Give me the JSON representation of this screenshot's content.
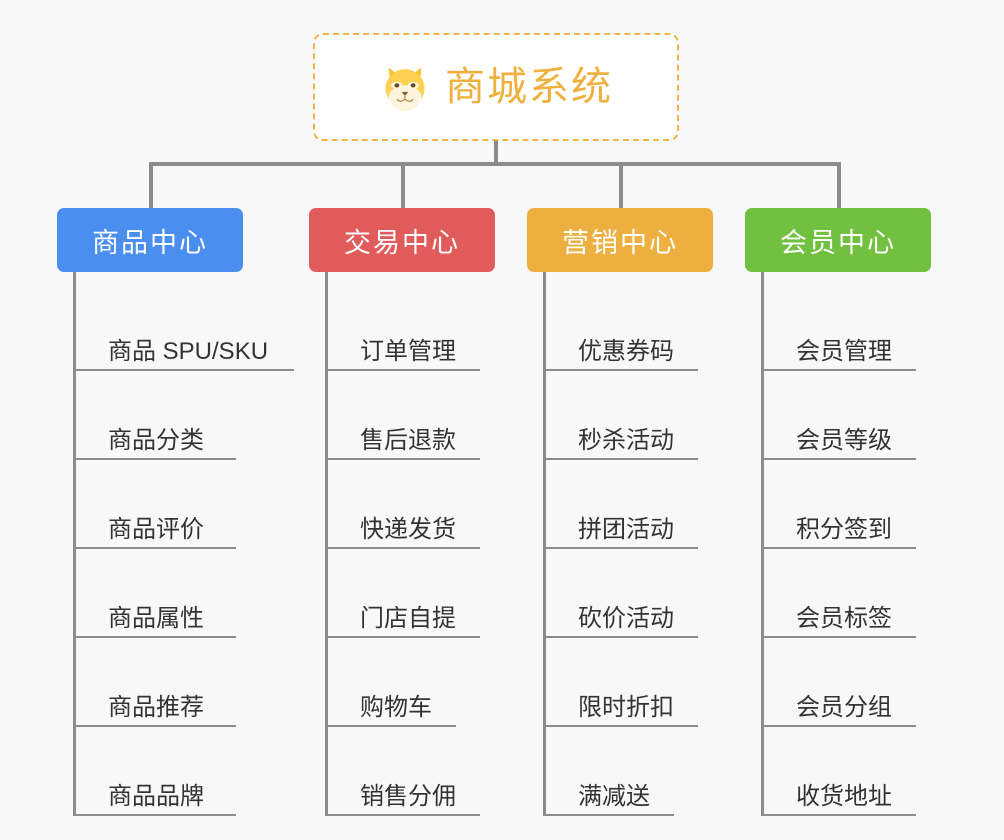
{
  "page": {
    "background_color": "#f8f8f8",
    "line_color": "#8c8c8c"
  },
  "root": {
    "title": "商城系统",
    "icon": "shiba-dog-face-emoji",
    "text_color": "#f0b040",
    "border_color": "#f0b34a",
    "background_color": "#ffffff"
  },
  "branches": [
    {
      "id": "product-center",
      "label": "商品中心",
      "color": "#4a8ff0",
      "items": [
        {
          "label": "商品 SPU/SKU"
        },
        {
          "label": "商品分类"
        },
        {
          "label": "商品评价"
        },
        {
          "label": "商品属性"
        },
        {
          "label": "商品推荐"
        },
        {
          "label": "商品品牌"
        }
      ]
    },
    {
      "id": "trade-center",
      "label": "交易中心",
      "color": "#e25b5b",
      "items": [
        {
          "label": "订单管理"
        },
        {
          "label": "售后退款"
        },
        {
          "label": "快递发货"
        },
        {
          "label": "门店自提"
        },
        {
          "label": "购物车"
        },
        {
          "label": "销售分佣"
        }
      ]
    },
    {
      "id": "marketing-center",
      "label": "营销中心",
      "color": "#eeaf41",
      "items": [
        {
          "label": "优惠券码"
        },
        {
          "label": "秒杀活动"
        },
        {
          "label": "拼团活动"
        },
        {
          "label": "砍价活动"
        },
        {
          "label": "限时折扣"
        },
        {
          "label": "满减送"
        }
      ]
    },
    {
      "id": "member-center",
      "label": "会员中心",
      "color": "#72c040",
      "items": [
        {
          "label": "会员管理"
        },
        {
          "label": "会员等级"
        },
        {
          "label": "积分签到"
        },
        {
          "label": "会员标签"
        },
        {
          "label": "会员分组"
        },
        {
          "label": "收货地址"
        }
      ]
    }
  ]
}
